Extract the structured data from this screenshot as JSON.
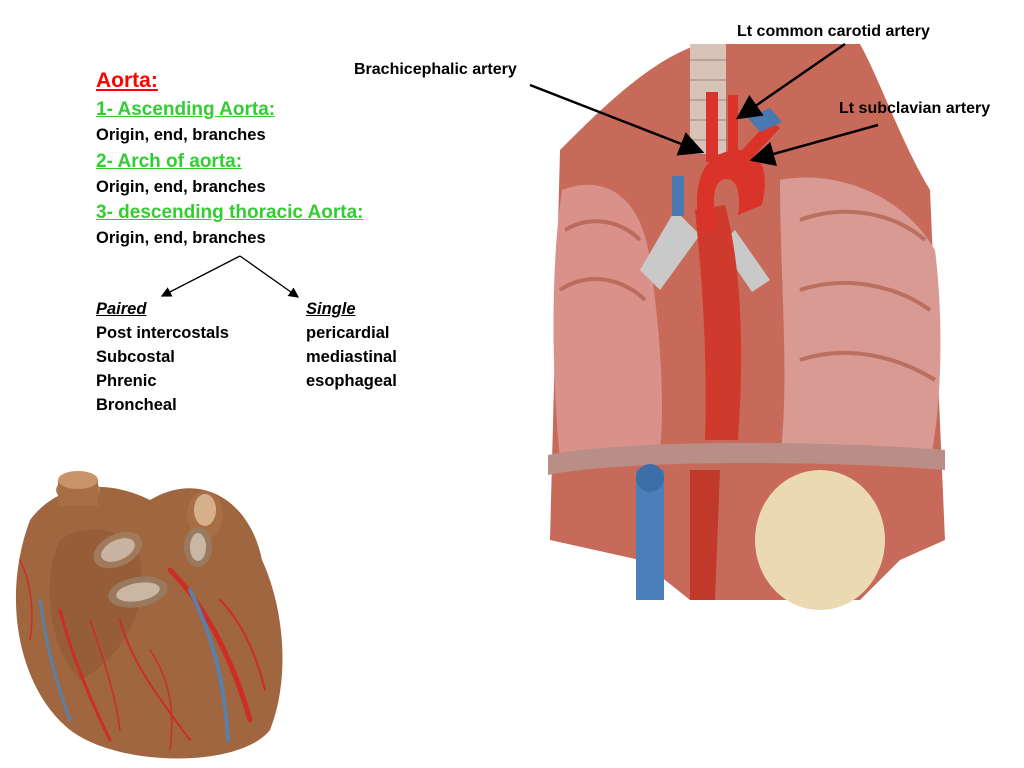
{
  "outline": {
    "title": "Aorta:",
    "sections": [
      {
        "heading": "1- Ascending Aorta:",
        "detail": "Origin, end, branches"
      },
      {
        "heading": "2- Arch of aorta:",
        "detail": "Origin, end, branches"
      },
      {
        "heading": "3- descending thoracic Aorta:",
        "detail": "Origin, end, branches"
      }
    ]
  },
  "branches": {
    "paired": {
      "heading": "Paired",
      "items": [
        "Post intercostals",
        "Subcostal",
        "Phrenic",
        "Broncheal"
      ]
    },
    "single": {
      "heading": "Single",
      "items": [
        "pericardial",
        "mediastinal",
        "esophageal"
      ]
    }
  },
  "labels": {
    "brachiocephalic": "Brachicephalic artery",
    "lt_common_carotid": "Lt common carotid artery",
    "lt_subclavian": "Lt subclavian artery"
  },
  "colors": {
    "title": "#ff0000",
    "section_heading": "#33cc33",
    "branch_heading": "#333399"
  }
}
